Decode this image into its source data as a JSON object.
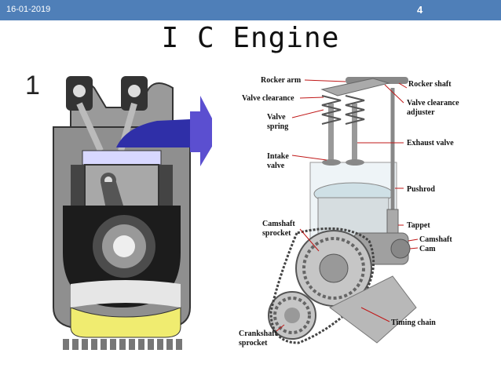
{
  "header": {
    "date": "16-01-2019",
    "slide_number": "4"
  },
  "title": "I C Engine",
  "left_diagram": {
    "panel_number": "1"
  },
  "right_diagram": {
    "labels": {
      "rocker_arm": "Rocker arm",
      "rocker_shaft": "Rocker shaft",
      "valve_clearance": "Valve clearance",
      "valve_clearance_adjuster_1": "Valve clearance",
      "valve_clearance_adjuster_2": "adjuster",
      "valve_spring_1": "Valve",
      "valve_spring_2": "spring",
      "exhaust_valve": "Exhaust valve",
      "intake_valve_1": "Intake",
      "intake_valve_2": "valve",
      "pushrod": "Pushrod",
      "tappet": "Tappet",
      "camshaft_sprocket_1": "Camshaft",
      "camshaft_sprocket_2": "sprocket",
      "camshaft": "Camshaft",
      "cam": "Cam",
      "timing_chain": "Timing chain",
      "crankshaft_sprocket_1": "Crankshaft",
      "crankshaft_sprocket_2": "sprocket"
    }
  },
  "colors": {
    "header_bar": "#4f7fb8",
    "intake_arrow": "#5b4fd0",
    "oil": "#f0ec70",
    "leader_lines": "#c01818"
  }
}
